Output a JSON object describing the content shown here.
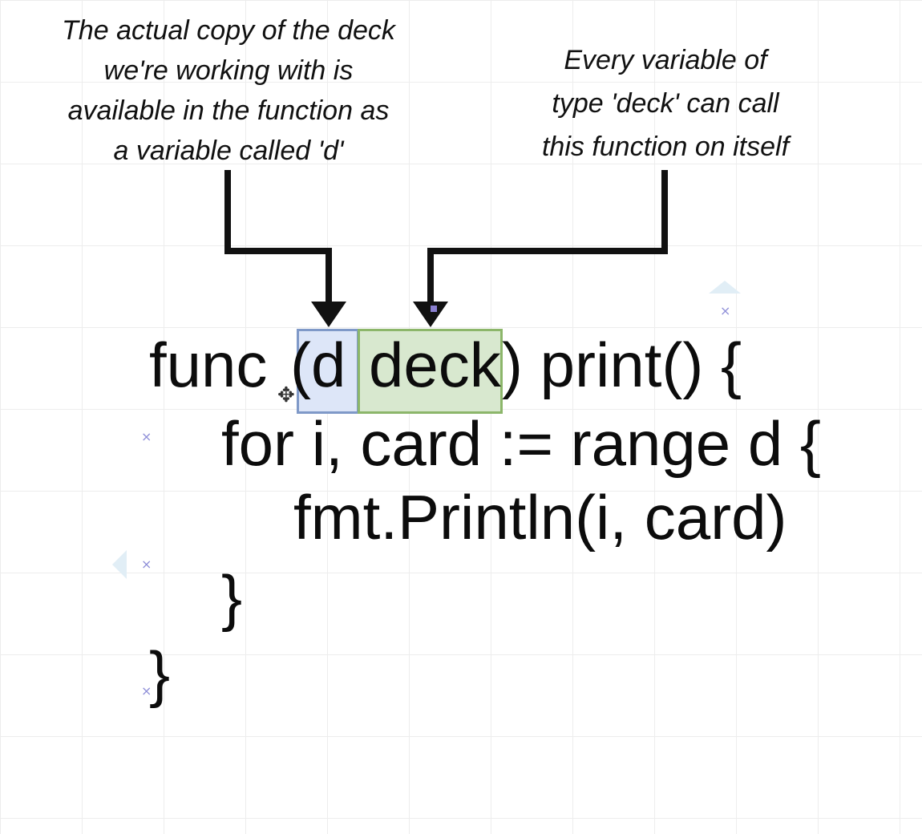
{
  "annotations": {
    "receiver_variable_note": {
      "lines": [
        "The actual copy of the deck",
        "we're working with is",
        "available in the function as",
        "a variable called 'd'"
      ]
    },
    "receiver_type_note": {
      "lines": [
        "Every variable of",
        "type 'deck' can call",
        "this function on itself"
      ]
    }
  },
  "code": {
    "line_1": {
      "keyword": "func",
      "open_paren": "(",
      "receiver_var": "d",
      "receiver_type": "deck",
      "rest": ") print() {"
    },
    "line_2": "for i, card := range d {",
    "line_3": "fmt.Println(i, card)",
    "line_4": "}",
    "line_5": "}"
  },
  "colors": {
    "receiver_var_fill": "#dde6f8",
    "receiver_var_border": "#7f99c8",
    "receiver_type_fill": "#d8e8cf",
    "receiver_type_border": "#8cb66a",
    "arrow": "#111111",
    "grid": "#ededed"
  },
  "icons": {
    "cursor": "move-cursor-icon",
    "marker": "x-marker-icon"
  }
}
